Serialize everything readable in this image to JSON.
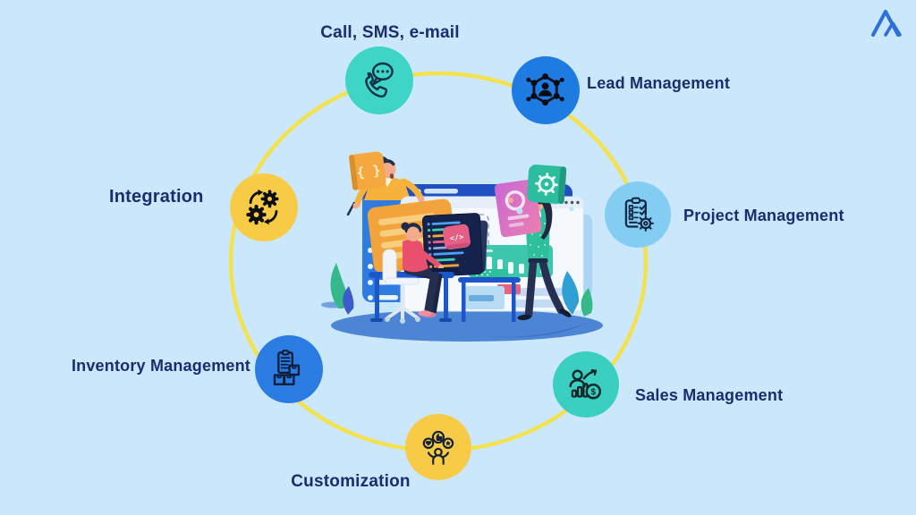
{
  "canvas": {
    "background_color": "#cbe7fb",
    "ring_color": "#f3e14d",
    "label_color": "#1b2d6e"
  },
  "logo": {
    "icon": "mountain-peaks-logo",
    "color": "#2c70d9"
  },
  "features": [
    {
      "label": "Call, SMS, e-mail",
      "icon": "phone-chat-icon",
      "circle_color": "#3ed5c6"
    },
    {
      "label": "Lead Management",
      "icon": "network-nodes-icon",
      "circle_color": "#1e7be1"
    },
    {
      "label": "Project Management",
      "icon": "clipboard-checklist-gear-icon",
      "circle_color": "#84cdf2"
    },
    {
      "label": "Sales Management",
      "icon": "sales-growth-dollar-icon",
      "circle_color": "#3acfc0",
      "coin_glyph": "$"
    },
    {
      "label": "Customization",
      "icon": "person-preferences-icon",
      "circle_color": "#f8cb47"
    },
    {
      "label": "Inventory Management",
      "icon": "clipboard-boxes-icon",
      "circle_color": "#2a7ce2"
    },
    {
      "label": "Integration",
      "icon": "gears-sync-icon",
      "circle_color": "#f8cb47"
    }
  ],
  "illustration": {
    "code_cube_glyph": "{ }",
    "code_tag_glyph": "</>"
  }
}
